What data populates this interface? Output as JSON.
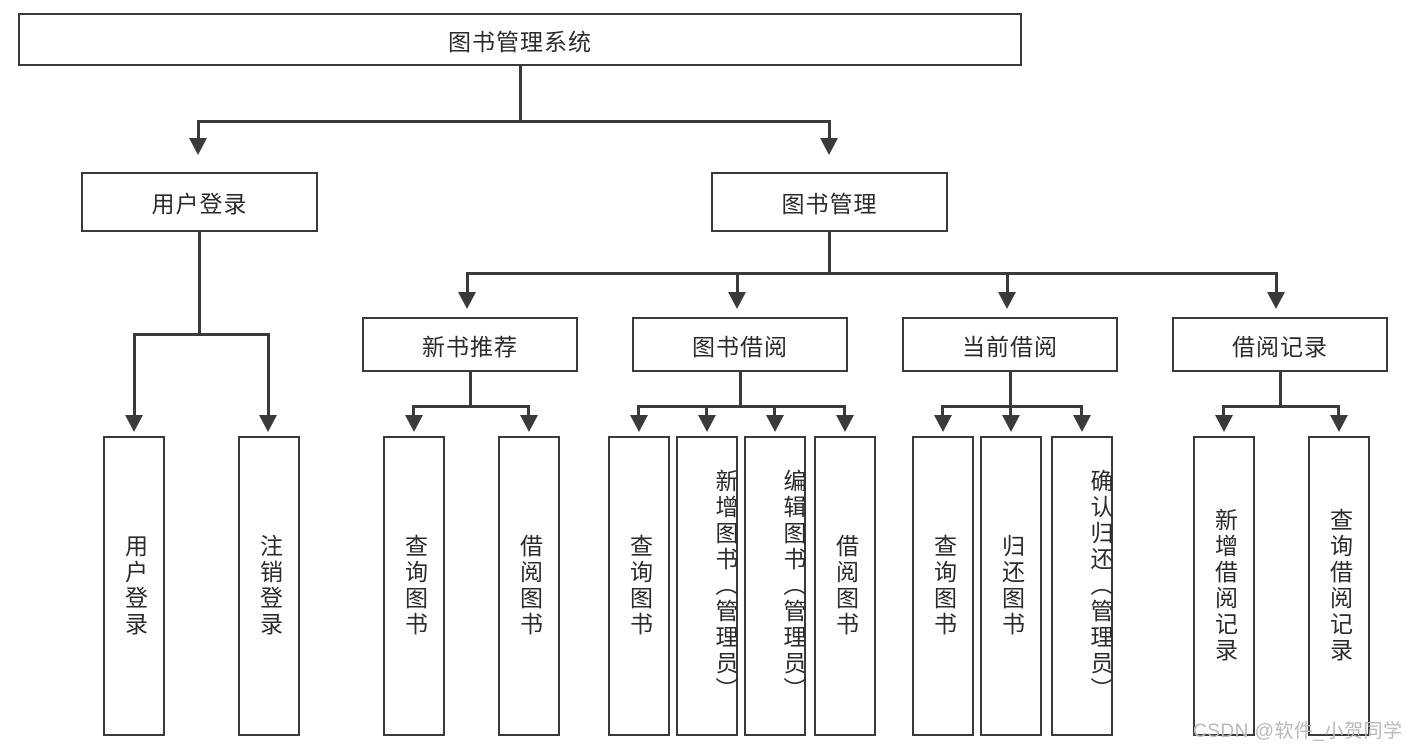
{
  "diagram": {
    "type": "tree-hierarchy",
    "title": "图书管理系统",
    "root": {
      "label": "图书管理系统"
    },
    "level2": [
      {
        "label": "用户登录"
      },
      {
        "label": "图书管理"
      }
    ],
    "level3": [
      {
        "label": "新书推荐"
      },
      {
        "label": "图书借阅"
      },
      {
        "label": "当前借阅"
      },
      {
        "label": "借阅记录"
      }
    ],
    "leaves": [
      {
        "label": "用户登录",
        "parent": "用户登录"
      },
      {
        "label": "注销登录",
        "parent": "用户登录"
      },
      {
        "label": "查询图书",
        "parent": "新书推荐"
      },
      {
        "label": "借阅图书",
        "parent": "新书推荐"
      },
      {
        "label": "查询图书",
        "parent": "图书借阅"
      },
      {
        "label": "新增图书（管理员）",
        "parent": "图书借阅"
      },
      {
        "label": "编辑图书（管理员）",
        "parent": "图书借阅"
      },
      {
        "label": "借阅图书",
        "parent": "图书借阅"
      },
      {
        "label": "查询图书",
        "parent": "当前借阅"
      },
      {
        "label": "归还图书",
        "parent": "当前借阅"
      },
      {
        "label": "确认归还（管理员）",
        "parent": "当前借阅"
      },
      {
        "label": "新增借阅记录",
        "parent": "借阅记录"
      },
      {
        "label": "查询借阅记录",
        "parent": "借阅记录"
      }
    ]
  },
  "watermark": {
    "text": "CSDN @软件_小贺同学"
  },
  "colors": {
    "border": "#3a3a3a",
    "background": "#ffffff",
    "text": "#2b2b2b",
    "watermark": "#b9b9b9"
  }
}
